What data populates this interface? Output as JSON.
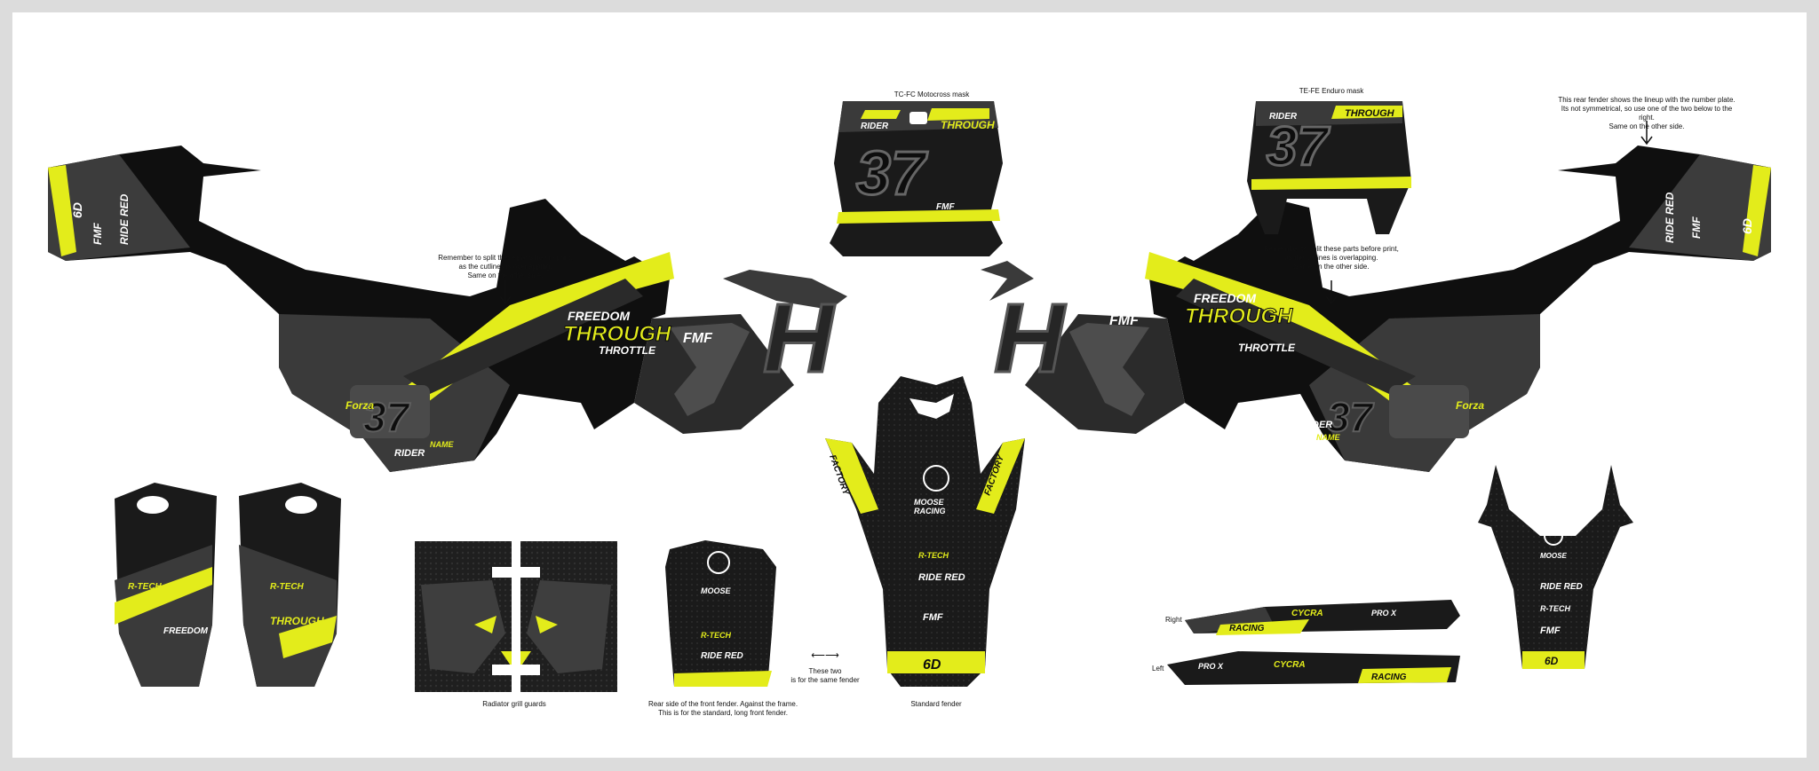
{
  "colors": {
    "black": "#0d0d0d",
    "dark": "#1c1c1c",
    "grey": "#4a4a4a",
    "lightgrey": "#6a6a6a",
    "accent": "#e3ec1b",
    "white": "#ffffff",
    "cutline": "#1aa33a"
  },
  "notes": {
    "mx_mask": "TC-FC Motocross mask",
    "enduro_mask": "TE-FE Enduro mask",
    "split_left": "Remember to split these parts before print,\nas the cutlines is overlapping.\nSame on the other side.",
    "split_right": "Remember to split these parts before print,\nas the cutlines is overlapping.\nSame on the other side.",
    "rear_fender": "This rear fender shows the lineup with the number plate.\nIts not symmetrical, so use one of the two below to the right.\nSame on the other side.",
    "radiator": "Radiator grill guards",
    "rear_front_fender": "Rear side of the front fender. Against the frame.\nThis is for the standard, long front fender.",
    "same_fender_arrow": "⟵⟶",
    "same_fender": "These two\nis for the same fender",
    "standard_fender": "Standard fender",
    "right": "Right",
    "left": "Left"
  },
  "graphics": {
    "number": "37",
    "rider": "RIDER",
    "name": "NAME",
    "freedom": "FREEDOM",
    "through": "THROUGH",
    "throttle": "THROTTLE",
    "fmf": "FMF",
    "sixd": "6D",
    "moose": "MOOSE",
    "racing": "RACING",
    "rtech": "R-TECH",
    "ridered": "RIDE RED",
    "cycra": "CYCRA",
    "factory": "FACTORY",
    "pro": "PRO X",
    "forza": "Forza",
    "h": "H"
  }
}
